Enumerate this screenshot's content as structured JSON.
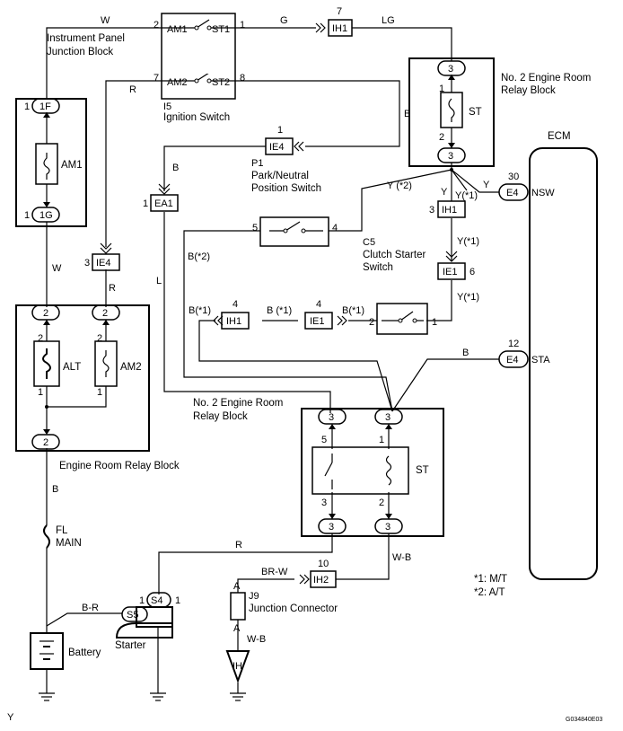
{
  "ignition_switch": {
    "ref": "I5",
    "name": "Ignition Switch",
    "am1": "AM1",
    "st1": "ST1",
    "am2": "AM2",
    "st2": "ST2",
    "pin_am1": "2",
    "pin_st1": "1",
    "pin_am2": "7",
    "pin_st2": "8"
  },
  "instrument_panel_jb": {
    "line1": "Instrument Panel",
    "line2": "Junction Block"
  },
  "upper_relay_block": {
    "line1": "No. 2 Engine Room",
    "line2": "Relay Block",
    "relay": "ST"
  },
  "lower_relay_block": {
    "line1": "No. 2 Engine Room",
    "line2": "Relay Block",
    "relay": "ST"
  },
  "engine_room_relay_block": {
    "name": "Engine Room Relay Block",
    "fuse_alt": "ALT",
    "fuse_am2": "AM2"
  },
  "fuse_am1": "AM1",
  "fl_main": {
    "line1": "FL",
    "line2": "MAIN"
  },
  "park_neutral": {
    "ref": "P1",
    "line1": "Park/Neutral",
    "line2": "Position  Switch"
  },
  "clutch_switch": {
    "ref": "C5",
    "line1": "Clutch Starter",
    "line2": "Switch"
  },
  "ecm": {
    "name": "ECM",
    "nsw": "NSW",
    "sta": "STA",
    "pin_nsw": "30",
    "pin_sta": "12"
  },
  "junction_connector": {
    "ref": "J9",
    "name": "Junction Connector"
  },
  "battery": "Battery",
  "starter": "Starter",
  "notes": {
    "n1": "*1: M/T",
    "n2": "*2: A/T"
  },
  "footer": {
    "left": "Y",
    "code": "G034840E03"
  },
  "connectors": {
    "ih1_top": "IH1",
    "ie4_mid": "IE4",
    "ea1": "EA1",
    "ie4_left": "IE4",
    "ih1_right": "IH1",
    "ie1_right": "IE1",
    "ih1_mid": "IH1",
    "ie1_mid": "IE1",
    "e4_nsw": "E4",
    "e4_sta": "E4",
    "ih2": "IH2",
    "s4": "S4",
    "s5": "S5",
    "ih": "IH",
    "c1f": "1F",
    "c1g": "1G",
    "three": "3",
    "two": "2"
  },
  "wires": {
    "w": "W",
    "g": "G",
    "lg": "LG",
    "r": "R",
    "b": "B",
    "l": "L",
    "y": "Y",
    "y2": "Y (*2)",
    "y1": "Y(*1)",
    "y_paren": "Y (*1)",
    "b2": "B(*2)",
    "b1": "B (*1)",
    "b1b": "B(*1)",
    "br_w": "BR-W",
    "w_b": "W-B",
    "b_r": "B-R"
  },
  "pins": {
    "p1": "1",
    "p2": "2",
    "p3": "3",
    "p4": "4",
    "p5": "5",
    "p6": "6",
    "p7": "7",
    "p8": "8",
    "p10": "10",
    "a": "A"
  }
}
